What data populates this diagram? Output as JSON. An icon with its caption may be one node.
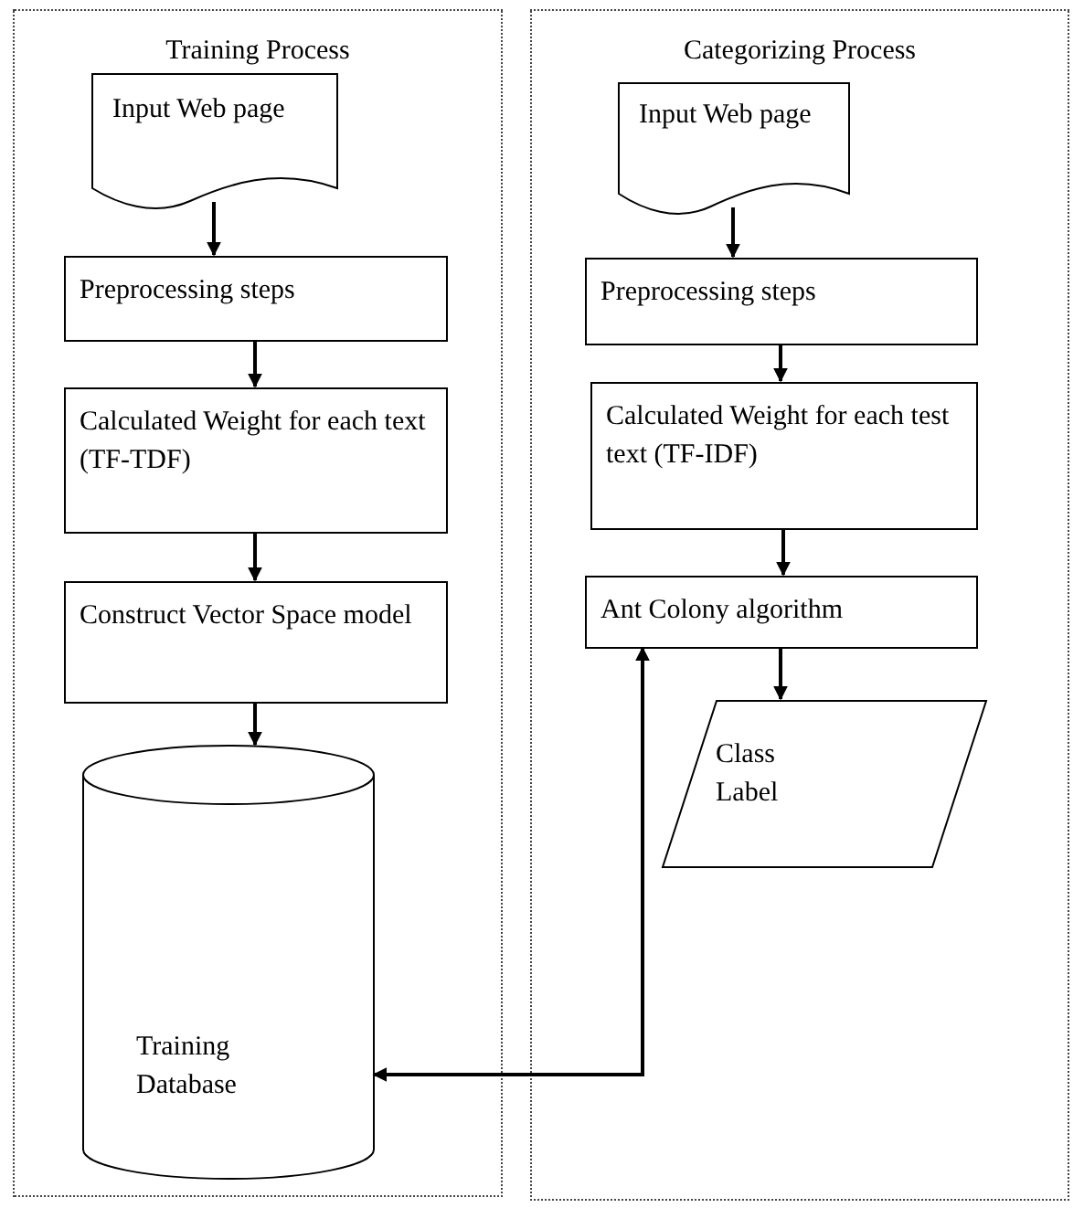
{
  "diagram": {
    "nodes": [
      {
        "text": [
          "Training Process"
        ]
      },
      {
        "text": [
          "Input Web page"
        ],
        "in": 0
      },
      {
        "text": [
          "Preprocessing steps"
        ],
        "in": 0
      },
      {
        "text": [
          "Calculated Weight for each text (TF-TDF)"
        ],
        "in": 0
      },
      {
        "text": [
          "Construct Vector Space model"
        ],
        "in": 0
      },
      {
        "text": [
          "Training Database"
        ],
        "in": 0
      },
      {
        "text": [
          "Categorizing Process"
        ]
      },
      {
        "text": [
          "Input Web page"
        ],
        "in": 6
      },
      {
        "text": [
          "Preprocessing steps"
        ],
        "in": 6
      },
      {
        "text": [
          "Calculated Weight for each test text (TF-IDF)"
        ],
        "in": 6
      },
      {
        "text": [
          "Ant Colony algorithm"
        ],
        "in": 6
      },
      {
        "text": [
          "Class Label"
        ],
        "in": 6
      }
    ],
    "edges": [
      {
        "from": 1,
        "to": 2,
        "arrow": "to"
      },
      {
        "from": 2,
        "to": 3,
        "arrow": "to"
      },
      {
        "from": 3,
        "to": 4,
        "arrow": "to"
      },
      {
        "from": 4,
        "to": 5,
        "arrow": "to"
      },
      {
        "from": 7,
        "to": 8,
        "arrow": "to"
      },
      {
        "from": 8,
        "to": 9,
        "arrow": "to"
      },
      {
        "from": 9,
        "to": 10,
        "arrow": "to"
      },
      {
        "from": 10,
        "to": 11,
        "arrow": "to"
      },
      {
        "from": 5,
        "to": 10,
        "arrow": "both"
      }
    ]
  }
}
